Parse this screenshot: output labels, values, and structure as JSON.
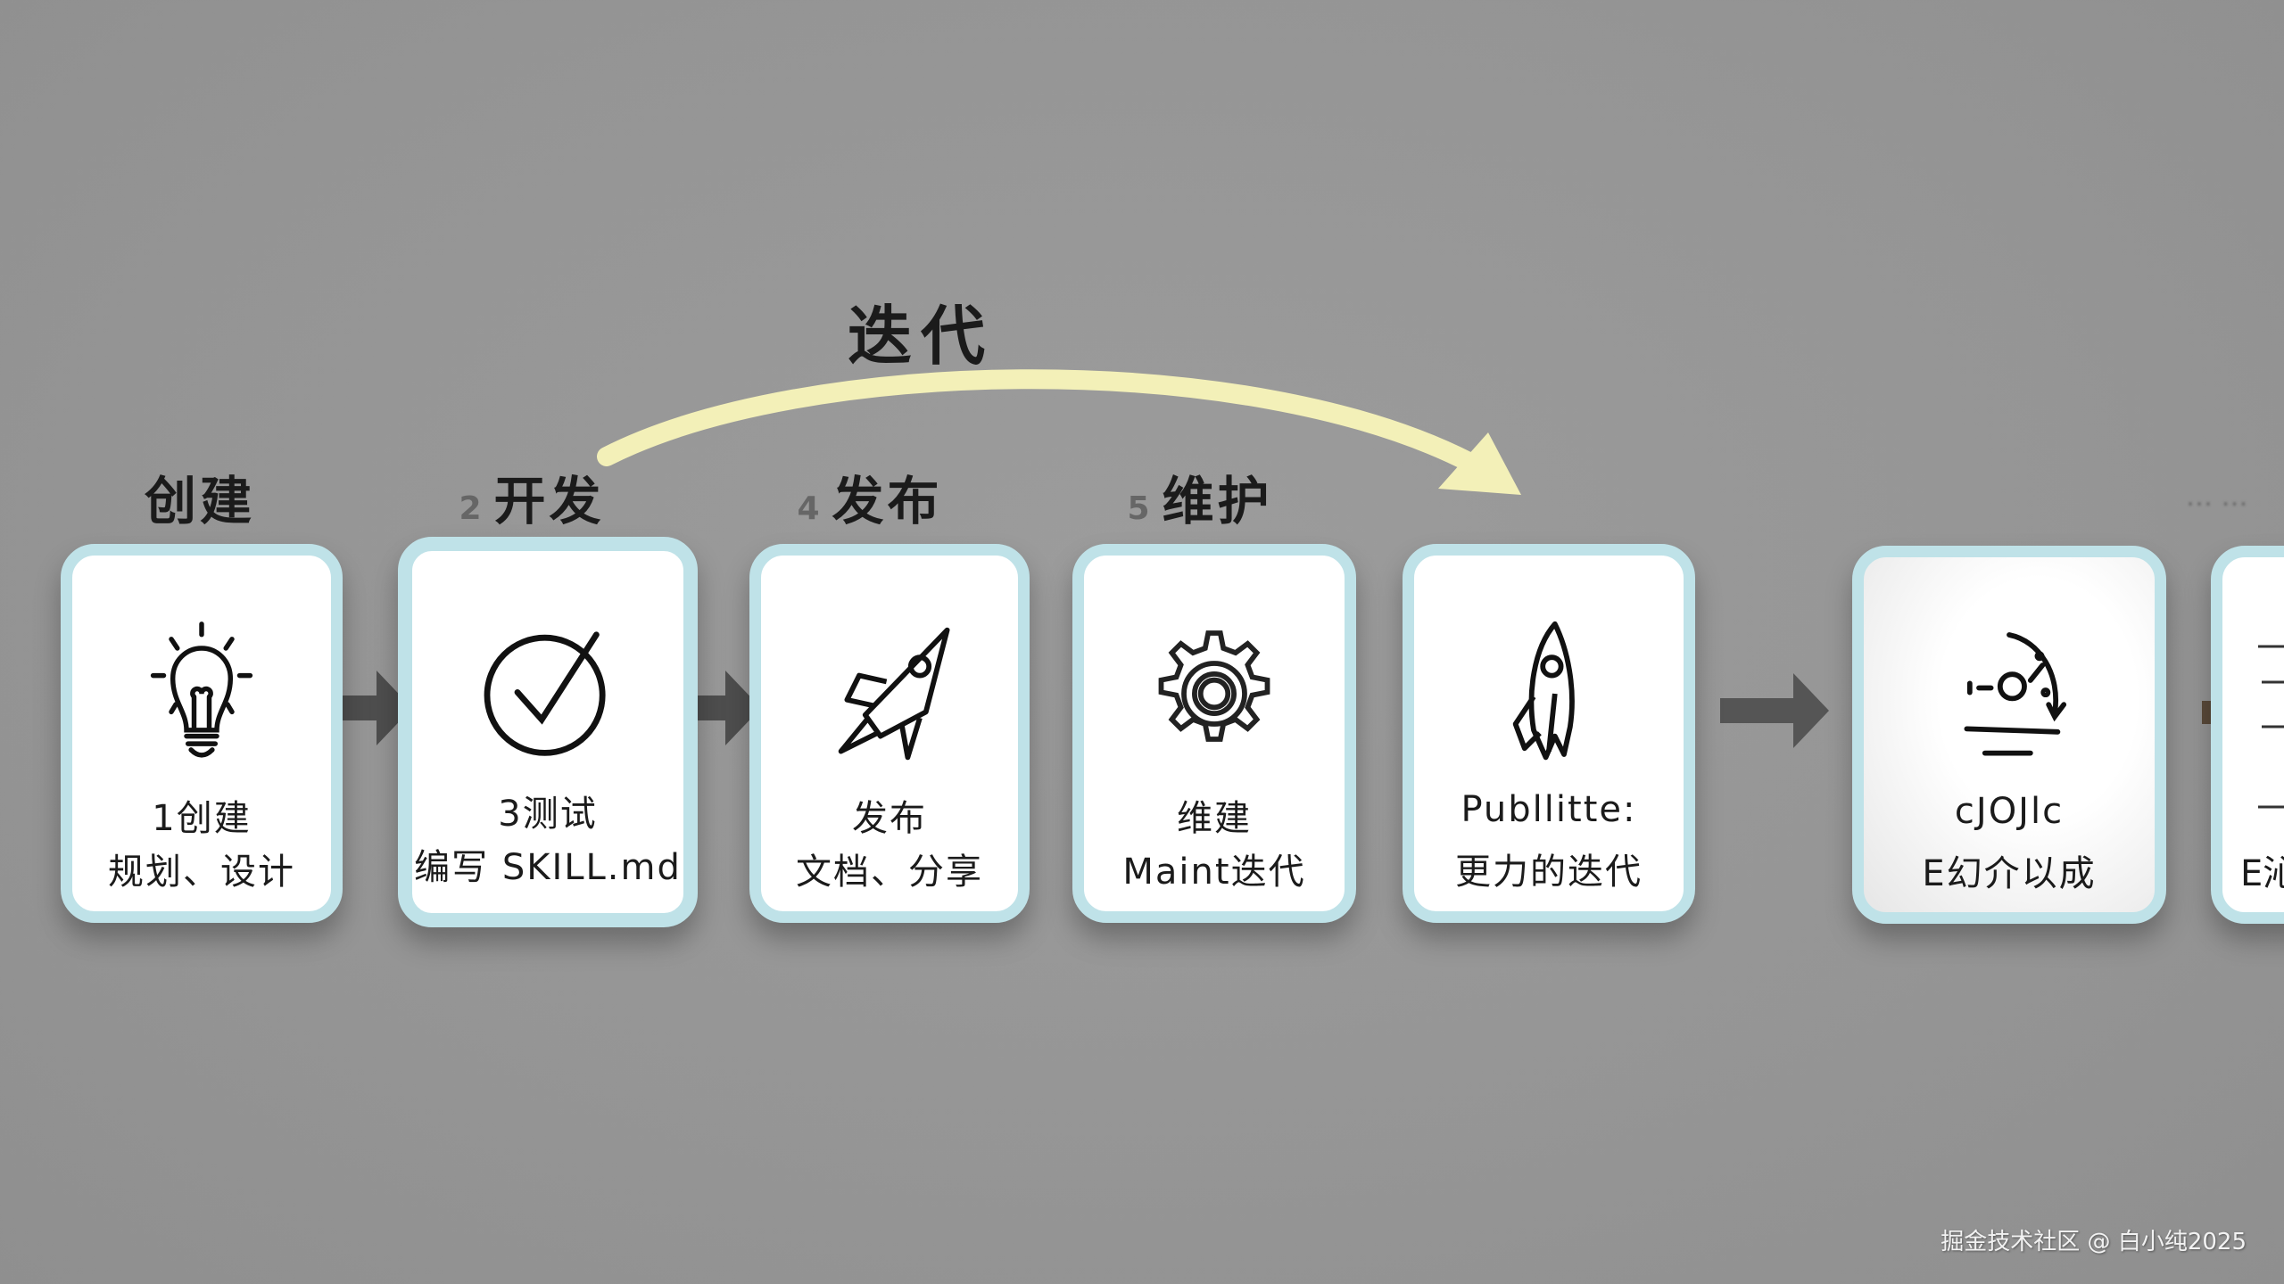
{
  "diagram": {
    "loop_label": "迭代",
    "loop_color": "#f3f0b8",
    "card_border_color": "#bfe2e8",
    "arrow_color": "#4e4e4e",
    "stage_labels": [
      {
        "num": "",
        "text": "创建"
      },
      {
        "num": "2",
        "text": "开发"
      },
      {
        "num": "4",
        "text": "发布"
      },
      {
        "num": "5",
        "text": "维护"
      }
    ],
    "faint_label": "… …",
    "cards": [
      {
        "icon": "lightbulb-icon",
        "line1": "1创建",
        "line2": "规划、设计"
      },
      {
        "icon": "check-circle-icon",
        "line1": "3测试",
        "line2": "编写 SKILL.md"
      },
      {
        "icon": "rocket-icon",
        "line1": "发布",
        "line2": "文档、分享"
      },
      {
        "icon": "gear-icon",
        "line1": "维建",
        "line2": "Maint迭代"
      },
      {
        "icon": "rocket-upright-icon",
        "line1": "Publlitte:",
        "line2": "更力的迭代"
      },
      {
        "icon": "orbit-icon",
        "line1": "cJOJlc",
        "line2": "Ε幻介以成"
      },
      {
        "icon": "lines-icon",
        "line1": "",
        "line2": "Ε沁"
      }
    ]
  },
  "watermark": "掘金技术社区 @ 白小纯2025"
}
